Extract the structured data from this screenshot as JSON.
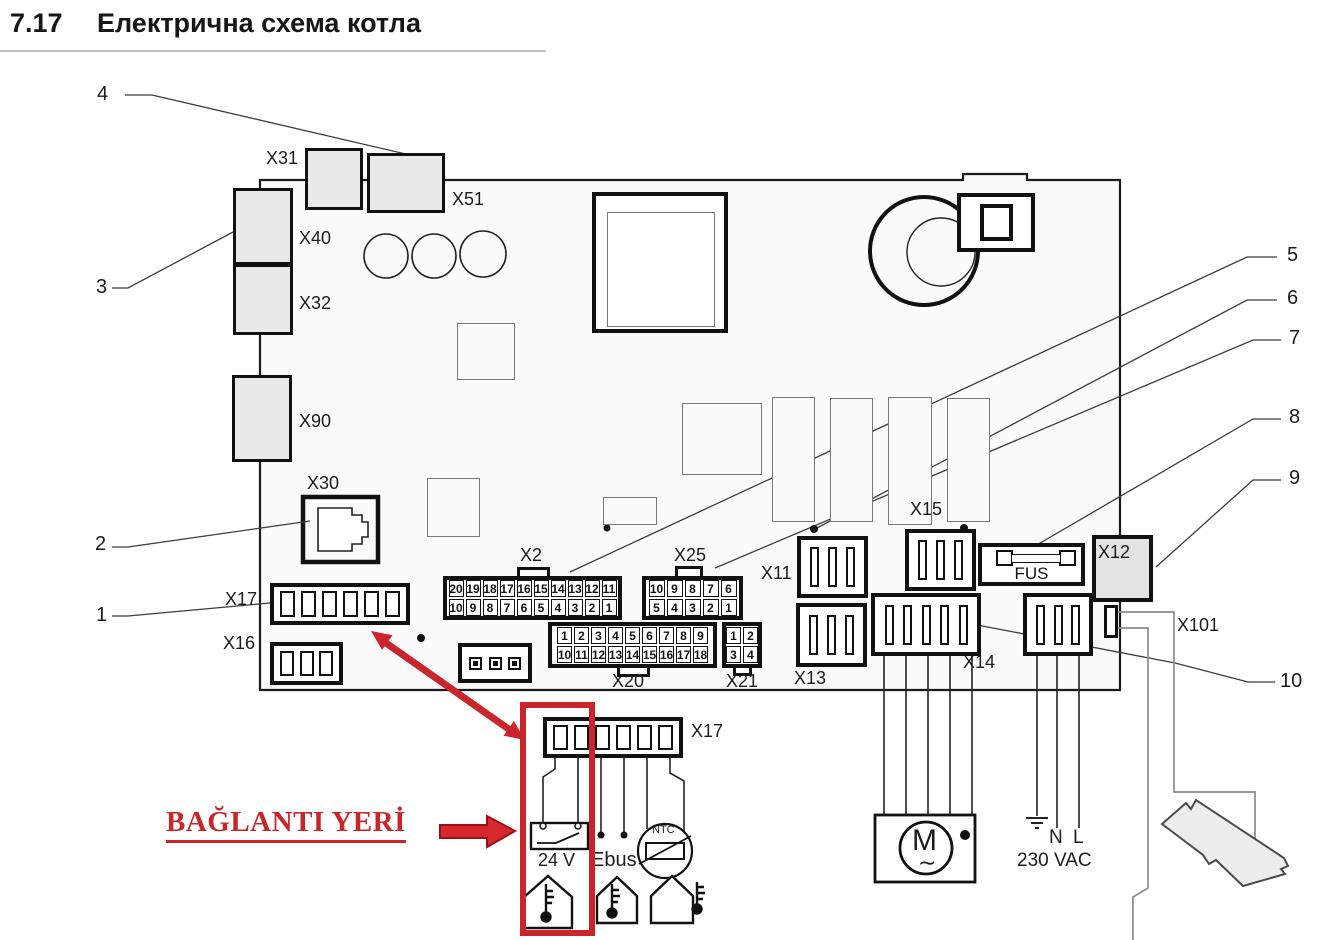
{
  "title": {
    "section": "7.17",
    "text": "Електрична схема котла"
  },
  "callouts": [
    "1",
    "2",
    "3",
    "4",
    "5",
    "6",
    "7",
    "8",
    "9",
    "10"
  ],
  "labels": {
    "x31": "X31",
    "x51": "X51",
    "x40": "X40",
    "x32": "X32",
    "x90": "X90",
    "x30": "X30",
    "x17": "X17",
    "x16": "X16",
    "x2": "X2",
    "x25": "X25",
    "x20": "X20",
    "x21": "X21",
    "x11": "X11",
    "x13": "X13",
    "x15": "X15",
    "x14": "X14",
    "x12": "X12",
    "x101": "X101",
    "fus": "FUS",
    "x17_detail": "X17"
  },
  "pins": {
    "x2_row1": [
      "20",
      "19",
      "18",
      "17",
      "16",
      "15",
      "14",
      "13",
      "12",
      "11"
    ],
    "x2_row2": [
      "10",
      "9",
      "8",
      "7",
      "6",
      "5",
      "4",
      "3",
      "2",
      "1"
    ],
    "x25_row1": [
      "10",
      "9",
      "8",
      "7",
      "6"
    ],
    "x25_row2": [
      "5",
      "4",
      "3",
      "2",
      "1"
    ],
    "x20_row1": [
      "1",
      "2",
      "3",
      "4",
      "5",
      "6",
      "7",
      "8",
      "9"
    ],
    "x20_row2": [
      "10",
      "11",
      "12",
      "13",
      "14",
      "15",
      "16",
      "17",
      "18"
    ],
    "x21_row1": [
      "1",
      "2"
    ],
    "x21_row2": [
      "3",
      "4"
    ]
  },
  "detail": {
    "voltage": "24 V",
    "bus": "Ebus",
    "sensor": "NTC",
    "motor": "M",
    "motor_tilde": "∼",
    "neutral": "N",
    "line": "L",
    "mains": "230 VAC",
    "connection_note": "BAĞLANTI YERİ"
  },
  "colors": {
    "highlight_red": "#c9252b",
    "board_fill": "#fafafa",
    "connector_gray": "#e9e9e9"
  }
}
